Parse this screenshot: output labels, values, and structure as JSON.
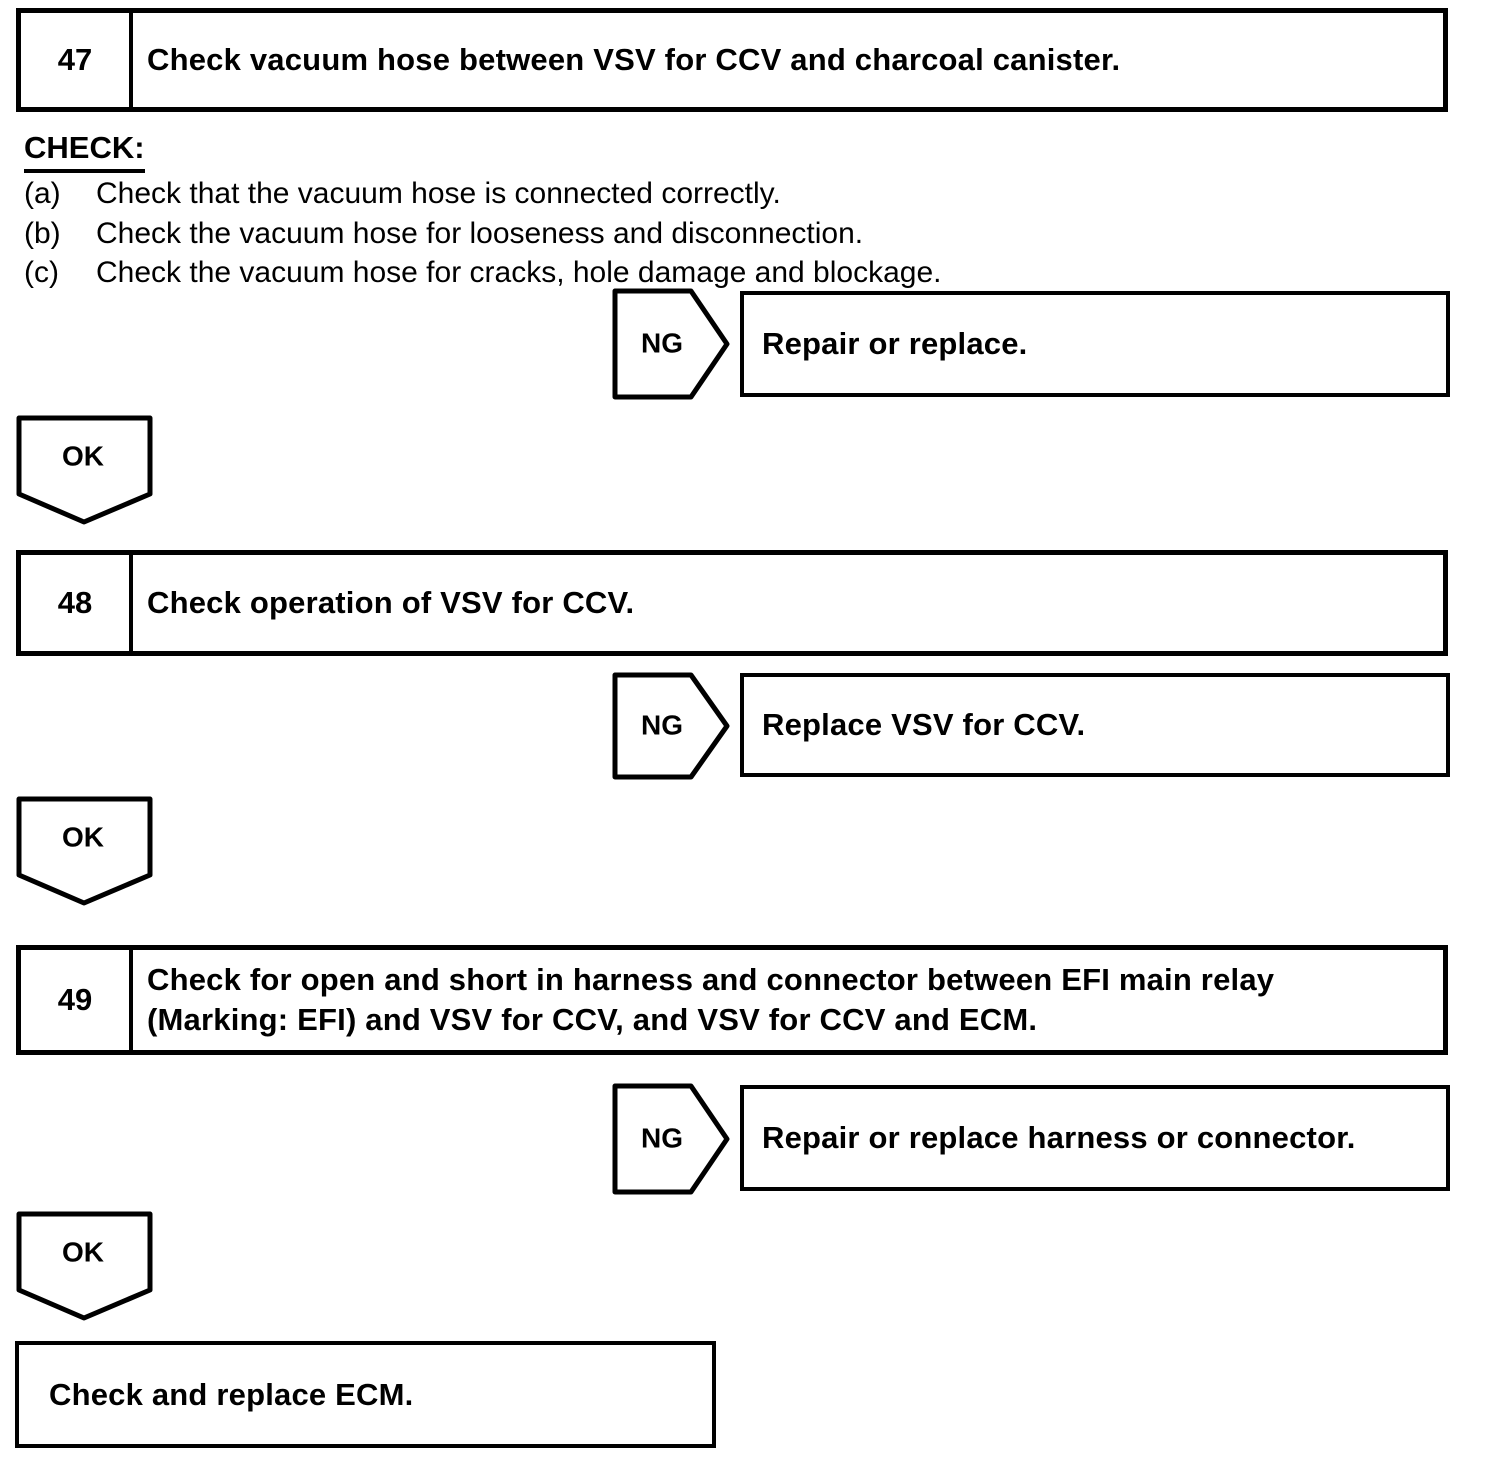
{
  "steps": [
    {
      "number": "47",
      "title": "Check vacuum hose between VSV for CCV and charcoal canister."
    },
    {
      "number": "48",
      "title": "Check operation of VSV for CCV."
    },
    {
      "number": "49",
      "title": "Check for open and short in harness and connector between EFI main relay (Marking: EFI) and VSV for CCV, and VSV for CCV and ECM."
    }
  ],
  "check": {
    "heading": "CHECK:",
    "items": [
      {
        "label": "(a)",
        "text": "Check that the vacuum hose is connected correctly."
      },
      {
        "label": "(b)",
        "text": "Check the vacuum hose for looseness and disconnection."
      },
      {
        "label": "(c)",
        "text": "Check the vacuum hose for cracks, hole damage and blockage."
      }
    ]
  },
  "labels": {
    "ng": "NG",
    "ok": "OK"
  },
  "actions": {
    "ng": [
      "Repair or replace.",
      "Replace VSV for CCV.",
      "Repair or replace harness or connector."
    ],
    "final": "Check and replace ECM."
  },
  "colors": {
    "ink": "#000000",
    "paper": "#ffffff"
  }
}
